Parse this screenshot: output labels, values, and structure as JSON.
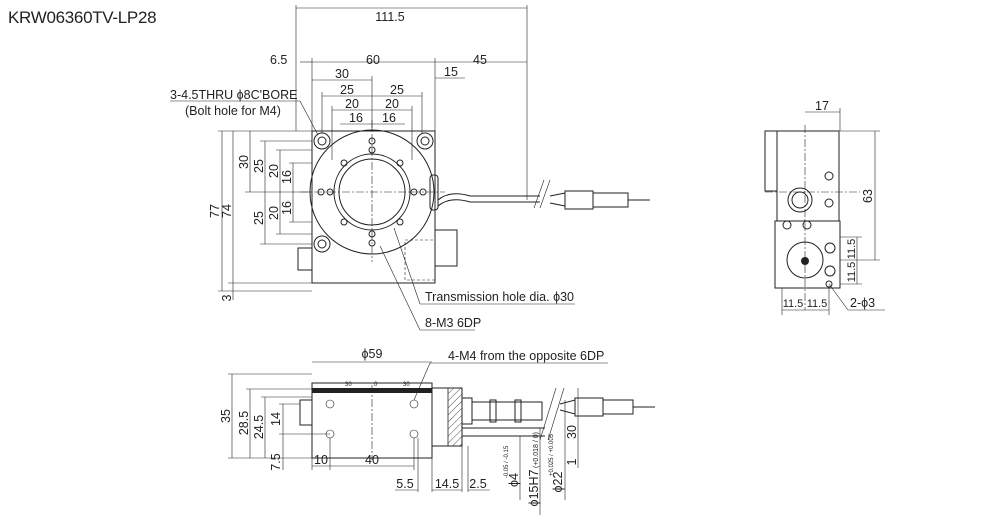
{
  "title": "KRW06360TV-LP28",
  "top_view": {
    "dims_top": {
      "overall": "111.5",
      "offset": "6.5",
      "body": "60",
      "cable": "45",
      "cable_offset": "15",
      "half": "30",
      "p25a": "25",
      "p25b": "25",
      "p20a": "20",
      "p20b": "20",
      "p16a": "16",
      "p16b": "16"
    },
    "dims_left": {
      "overall": "77",
      "body": "74",
      "half": "30",
      "p25a": "25",
      "p20a": "20",
      "p16a": "16",
      "p25b": "25",
      "p20b": "20",
      "p16b": "16",
      "base": "3"
    },
    "notes": {
      "bolt_hole": "3-4.5THRU ϕ8C'BORE",
      "bolt_hole_sub": "(Bolt hole for M4)",
      "transmission": "Transmission hole dia. ϕ30",
      "taps": "8-M3 6DP"
    }
  },
  "front_view": {
    "dims": {
      "diameter": "ϕ59",
      "height": "35",
      "h28": "28.5",
      "h24": "24.5",
      "h14": "14",
      "h7": "7.5",
      "w10": "10",
      "w40": "40",
      "w5": "5.5",
      "w14": "14.5",
      "w2": "2.5",
      "d4": "ϕ4",
      "d4_tol": "-0.05 / -0.15",
      "d15": "ϕ15H7",
      "d15_tol": "(+0.018 / 0)",
      "d22": "ϕ22",
      "d22_tol": "+0.025 / +0.005",
      "h30": "30",
      "h1": "1"
    },
    "scale_marks": [
      "30",
      "0",
      "30"
    ],
    "note": "4-M4 from the opposite 6DP"
  },
  "side_view": {
    "dims": {
      "w17": "17",
      "h63": "63",
      "v11a": "11.5",
      "v11b": "11.5",
      "h11a": "11.5",
      "h11b": "11.5",
      "pins": "2-ϕ3"
    }
  }
}
